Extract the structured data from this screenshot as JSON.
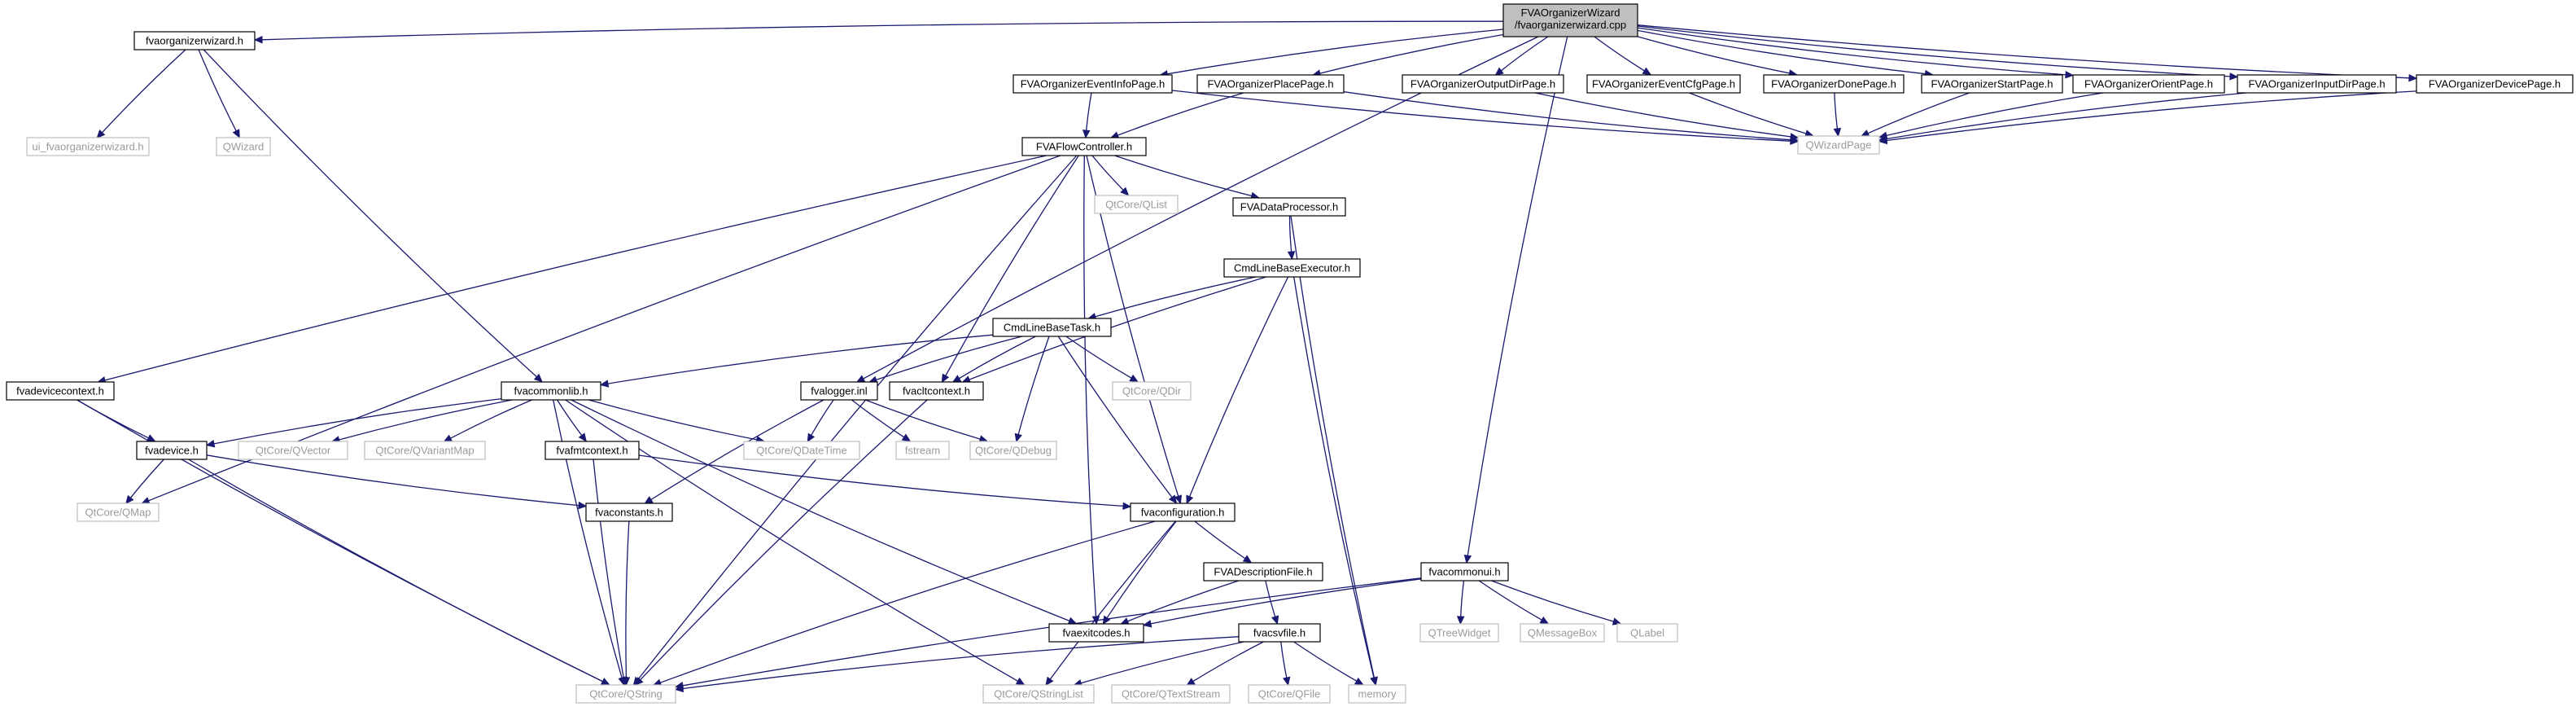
{
  "graph": {
    "root_lines": [
      "FVAOrganizerWizard",
      "/fvaorganizerwizard.cpp"
    ],
    "nodes": [
      {
        "id": "root",
        "label": "FVAOrganizerWizard /fvaorganizerwizard.cpp",
        "external": false
      },
      {
        "id": "fvaorganizerwizard_h",
        "label": "fvaorganizerwizard.h",
        "external": false
      },
      {
        "id": "ui_fvaorganizerwizard_h",
        "label": "ui_fvaorganizerwizard.h",
        "external": true
      },
      {
        "id": "qwizard",
        "label": "QWizard",
        "external": true
      },
      {
        "id": "eventinfopage",
        "label": "FVAOrganizerEventInfoPage.h",
        "external": false
      },
      {
        "id": "placepage",
        "label": "FVAOrganizerPlacePage.h",
        "external": false
      },
      {
        "id": "outputdirpage",
        "label": "FVAOrganizerOutputDirPage.h",
        "external": false
      },
      {
        "id": "eventcfgpage",
        "label": "FVAOrganizerEventCfgPage.h",
        "external": false
      },
      {
        "id": "donepage",
        "label": "FVAOrganizerDonePage.h",
        "external": false
      },
      {
        "id": "startpage",
        "label": "FVAOrganizerStartPage.h",
        "external": false
      },
      {
        "id": "orientpage",
        "label": "FVAOrganizerOrientPage.h",
        "external": false
      },
      {
        "id": "inputdirpage",
        "label": "FVAOrganizerInputDirPage.h",
        "external": false
      },
      {
        "id": "devicepage",
        "label": "FVAOrganizerDevicePage.h",
        "external": false
      },
      {
        "id": "qwizardpage",
        "label": "QWizardPage",
        "external": true
      },
      {
        "id": "flowcontroller",
        "label": "FVAFlowController.h",
        "external": false
      },
      {
        "id": "qlist",
        "label": "QtCore/QList",
        "external": true
      },
      {
        "id": "dataprocessor",
        "label": "FVADataProcessor.h",
        "external": false
      },
      {
        "id": "cmdlinebaseexecutor",
        "label": "CmdLineBaseExecutor.h",
        "external": false
      },
      {
        "id": "cmdlinebasetask",
        "label": "CmdLineBaseTask.h",
        "external": false
      },
      {
        "id": "qdir",
        "label": "QtCore/QDir",
        "external": true
      },
      {
        "id": "fvadevicecontext",
        "label": "fvadevicecontext.h",
        "external": false
      },
      {
        "id": "fvacommonlib",
        "label": "fvacommonlib.h",
        "external": false
      },
      {
        "id": "fvalogger",
        "label": "fvalogger.inl",
        "external": false
      },
      {
        "id": "fvacltcontext",
        "label": "fvacltcontext.h",
        "external": false
      },
      {
        "id": "fvadevice",
        "label": "fvadevice.h",
        "external": false
      },
      {
        "id": "qvector",
        "label": "QtCore/QVector",
        "external": true
      },
      {
        "id": "qvariantmap",
        "label": "QtCore/QVariantMap",
        "external": true
      },
      {
        "id": "fvafmtcontext",
        "label": "fvafmtcontext.h",
        "external": false
      },
      {
        "id": "qdatetime",
        "label": "QtCore/QDateTime",
        "external": true
      },
      {
        "id": "fstream",
        "label": "fstream",
        "external": true
      },
      {
        "id": "qdebug",
        "label": "QtCore/QDebug",
        "external": true
      },
      {
        "id": "qmap",
        "label": "QtCore/QMap",
        "external": true
      },
      {
        "id": "fvaconstants",
        "label": "fvaconstants.h",
        "external": false
      },
      {
        "id": "fvaconfiguration",
        "label": "fvaconfiguration.h",
        "external": false
      },
      {
        "id": "descriptionfile",
        "label": "FVADescriptionFile.h",
        "external": false
      },
      {
        "id": "fvacommonui",
        "label": "fvacommonui.h",
        "external": false
      },
      {
        "id": "qtreewidget",
        "label": "QTreeWidget",
        "external": true
      },
      {
        "id": "qmessagebox",
        "label": "QMessageBox",
        "external": true
      },
      {
        "id": "qlabel",
        "label": "QLabel",
        "external": true
      },
      {
        "id": "fvaexitcodes",
        "label": "fvaexitcodes.h",
        "external": false
      },
      {
        "id": "fvacsvfile",
        "label": "fvacsvfile.h",
        "external": false
      },
      {
        "id": "qstring",
        "label": "QtCore/QString",
        "external": true
      },
      {
        "id": "qstringlist",
        "label": "QtCore/QStringList",
        "external": true
      },
      {
        "id": "qtextstream",
        "label": "QtCore/QTextStream",
        "external": true
      },
      {
        "id": "qfile",
        "label": "QtCore/QFile",
        "external": true
      },
      {
        "id": "memory",
        "label": "memory",
        "external": true
      }
    ],
    "edges": [
      [
        "root",
        "fvaorganizerwizard_h"
      ],
      [
        "root",
        "eventinfopage"
      ],
      [
        "root",
        "placepage"
      ],
      [
        "root",
        "outputdirpage"
      ],
      [
        "root",
        "eventcfgpage"
      ],
      [
        "root",
        "donepage"
      ],
      [
        "root",
        "startpage"
      ],
      [
        "root",
        "orientpage"
      ],
      [
        "root",
        "inputdirpage"
      ],
      [
        "root",
        "devicepage"
      ],
      [
        "root",
        "fvalogger"
      ],
      [
        "root",
        "fvacommonui"
      ],
      [
        "fvaorganizerwizard_h",
        "ui_fvaorganizerwizard_h"
      ],
      [
        "fvaorganizerwizard_h",
        "qwizard"
      ],
      [
        "fvaorganizerwizard_h",
        "fvacommonlib"
      ],
      [
        "eventinfopage",
        "flowcontroller"
      ],
      [
        "eventinfopage",
        "qwizardpage"
      ],
      [
        "placepage",
        "flowcontroller"
      ],
      [
        "placepage",
        "qwizardpage"
      ],
      [
        "outputdirpage",
        "qwizardpage"
      ],
      [
        "eventcfgpage",
        "qwizardpage"
      ],
      [
        "donepage",
        "qwizardpage"
      ],
      [
        "startpage",
        "qwizardpage"
      ],
      [
        "orientpage",
        "qwizardpage"
      ],
      [
        "inputdirpage",
        "qwizardpage"
      ],
      [
        "devicepage",
        "qwizardpage"
      ],
      [
        "flowcontroller",
        "qlist"
      ],
      [
        "flowcontroller",
        "dataprocessor"
      ],
      [
        "flowcontroller",
        "fvadevicecontext"
      ],
      [
        "flowcontroller",
        "qmap"
      ],
      [
        "flowcontroller",
        "qstring"
      ],
      [
        "flowcontroller",
        "fvacltcontext"
      ],
      [
        "flowcontroller",
        "fvaconfiguration"
      ],
      [
        "flowcontroller",
        "fvaexitcodes"
      ],
      [
        "dataprocessor",
        "cmdlinebaseexecutor"
      ],
      [
        "dataprocessor",
        "memory"
      ],
      [
        "cmdlinebaseexecutor",
        "cmdlinebasetask"
      ],
      [
        "cmdlinebaseexecutor",
        "fvacltcontext"
      ],
      [
        "cmdlinebaseexecutor",
        "fvaconfiguration"
      ],
      [
        "cmdlinebaseexecutor",
        "memory"
      ],
      [
        "cmdlinebasetask",
        "fvacommonlib"
      ],
      [
        "cmdlinebasetask",
        "fvalogger"
      ],
      [
        "cmdlinebasetask",
        "fvacltcontext"
      ],
      [
        "cmdlinebasetask",
        "qdir"
      ],
      [
        "cmdlinebasetask",
        "qdebug"
      ],
      [
        "cmdlinebasetask",
        "fvaconfiguration"
      ],
      [
        "fvadevicecontext",
        "fvadevice"
      ],
      [
        "fvadevicecontext",
        "qstring"
      ],
      [
        "fvacommonlib",
        "fvadevice"
      ],
      [
        "fvacommonlib",
        "qvector"
      ],
      [
        "fvacommonlib",
        "qvariantmap"
      ],
      [
        "fvacommonlib",
        "fvafmtcontext"
      ],
      [
        "fvacommonlib",
        "qdatetime"
      ],
      [
        "fvacommonlib",
        "qstring"
      ],
      [
        "fvacommonlib",
        "qstringlist"
      ],
      [
        "fvacommonlib",
        "fvaexitcodes"
      ],
      [
        "fvalogger",
        "qdatetime"
      ],
      [
        "fvalogger",
        "fstream"
      ],
      [
        "fvalogger",
        "qdebug"
      ],
      [
        "fvalogger",
        "fvaconstants"
      ],
      [
        "fvacltcontext",
        "qstring"
      ],
      [
        "fvadevice",
        "qmap"
      ],
      [
        "fvadevice",
        "qstring"
      ],
      [
        "fvadevice",
        "fvaconstants"
      ],
      [
        "fvafmtcontext",
        "fvaconfiguration"
      ],
      [
        "fvafmtcontext",
        "qstring"
      ],
      [
        "fvaconstants",
        "qstring"
      ],
      [
        "fvaconfiguration",
        "descriptionfile"
      ],
      [
        "fvaconfiguration",
        "fvaexitcodes"
      ],
      [
        "fvaconfiguration",
        "qstring"
      ],
      [
        "fvaconfiguration",
        "qstringlist"
      ],
      [
        "descriptionfile",
        "fvacsvfile"
      ],
      [
        "descriptionfile",
        "fvaexitcodes"
      ],
      [
        "fvacommonui",
        "qtreewidget"
      ],
      [
        "fvacommonui",
        "qmessagebox"
      ],
      [
        "fvacommonui",
        "qlabel"
      ],
      [
        "fvacommonui",
        "qstring"
      ],
      [
        "fvacommonui",
        "fvaexitcodes"
      ],
      [
        "fvacsvfile",
        "qstring"
      ],
      [
        "fvacsvfile",
        "qstringlist"
      ],
      [
        "fvacsvfile",
        "qtextstream"
      ],
      [
        "fvacsvfile",
        "qfile"
      ],
      [
        "fvacsvfile",
        "memory"
      ]
    ]
  }
}
